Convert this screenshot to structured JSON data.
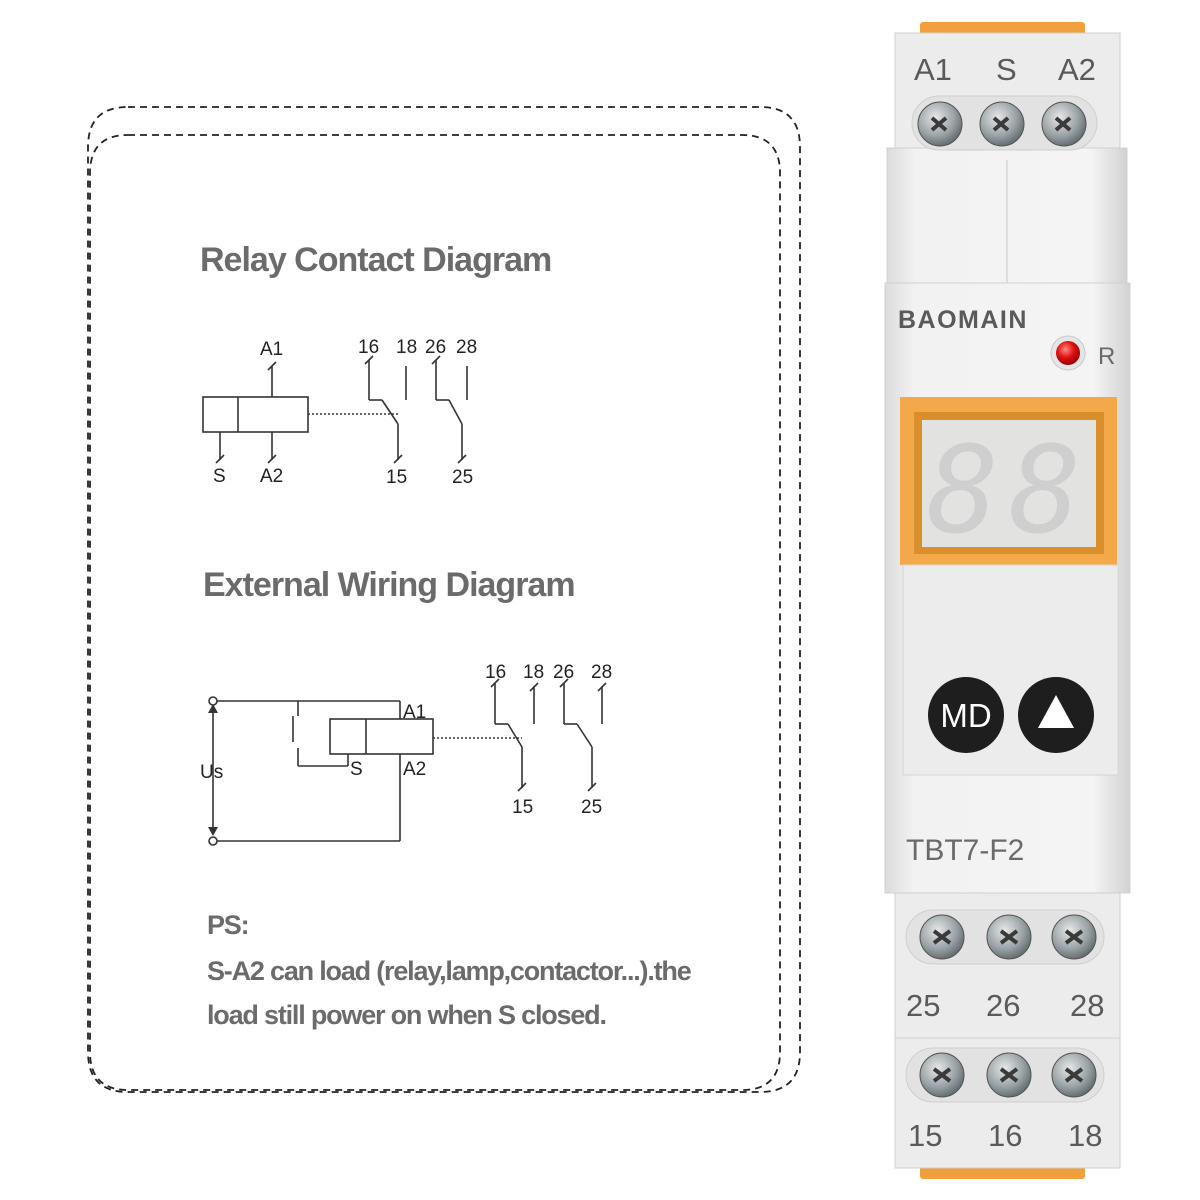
{
  "manual": {
    "relay_title": "Relay Contact Diagram",
    "wiring_title": "External Wiring Diagram",
    "relay_labels": {
      "a1": "A1",
      "s": "S",
      "a2": "A2",
      "t16": "16",
      "t18": "18",
      "t26": "26",
      "t28": "28",
      "t15": "15",
      "t25": "25"
    },
    "wiring_labels": {
      "us": "Us",
      "a1": "A1",
      "s": "S",
      "a2": "A2",
      "t16": "16",
      "t18": "18",
      "t26": "26",
      "t28": "28",
      "t15": "15",
      "t25": "25"
    },
    "ps_label": "PS:",
    "ps_line1": "S-A2 can load (relay,lamp,contactor...).the",
    "ps_line2": "load still power on when S closed."
  },
  "device": {
    "brand": "BAOMAIN",
    "led_label": "R",
    "top_terminals": [
      "A1",
      "S",
      "A2"
    ],
    "model": "TBT7-F2",
    "md_button": "MD",
    "up_button_icon": "triangle-up-icon",
    "bottom_terminals_row1": [
      "25",
      "26",
      "28"
    ],
    "bottom_terminals_row2": [
      "15",
      "16",
      "18"
    ],
    "display_digits": "88"
  },
  "colors": {
    "accent_orange": "#f0a03c",
    "led_red": "#e01010",
    "button_dark": "#1e1e1e"
  }
}
